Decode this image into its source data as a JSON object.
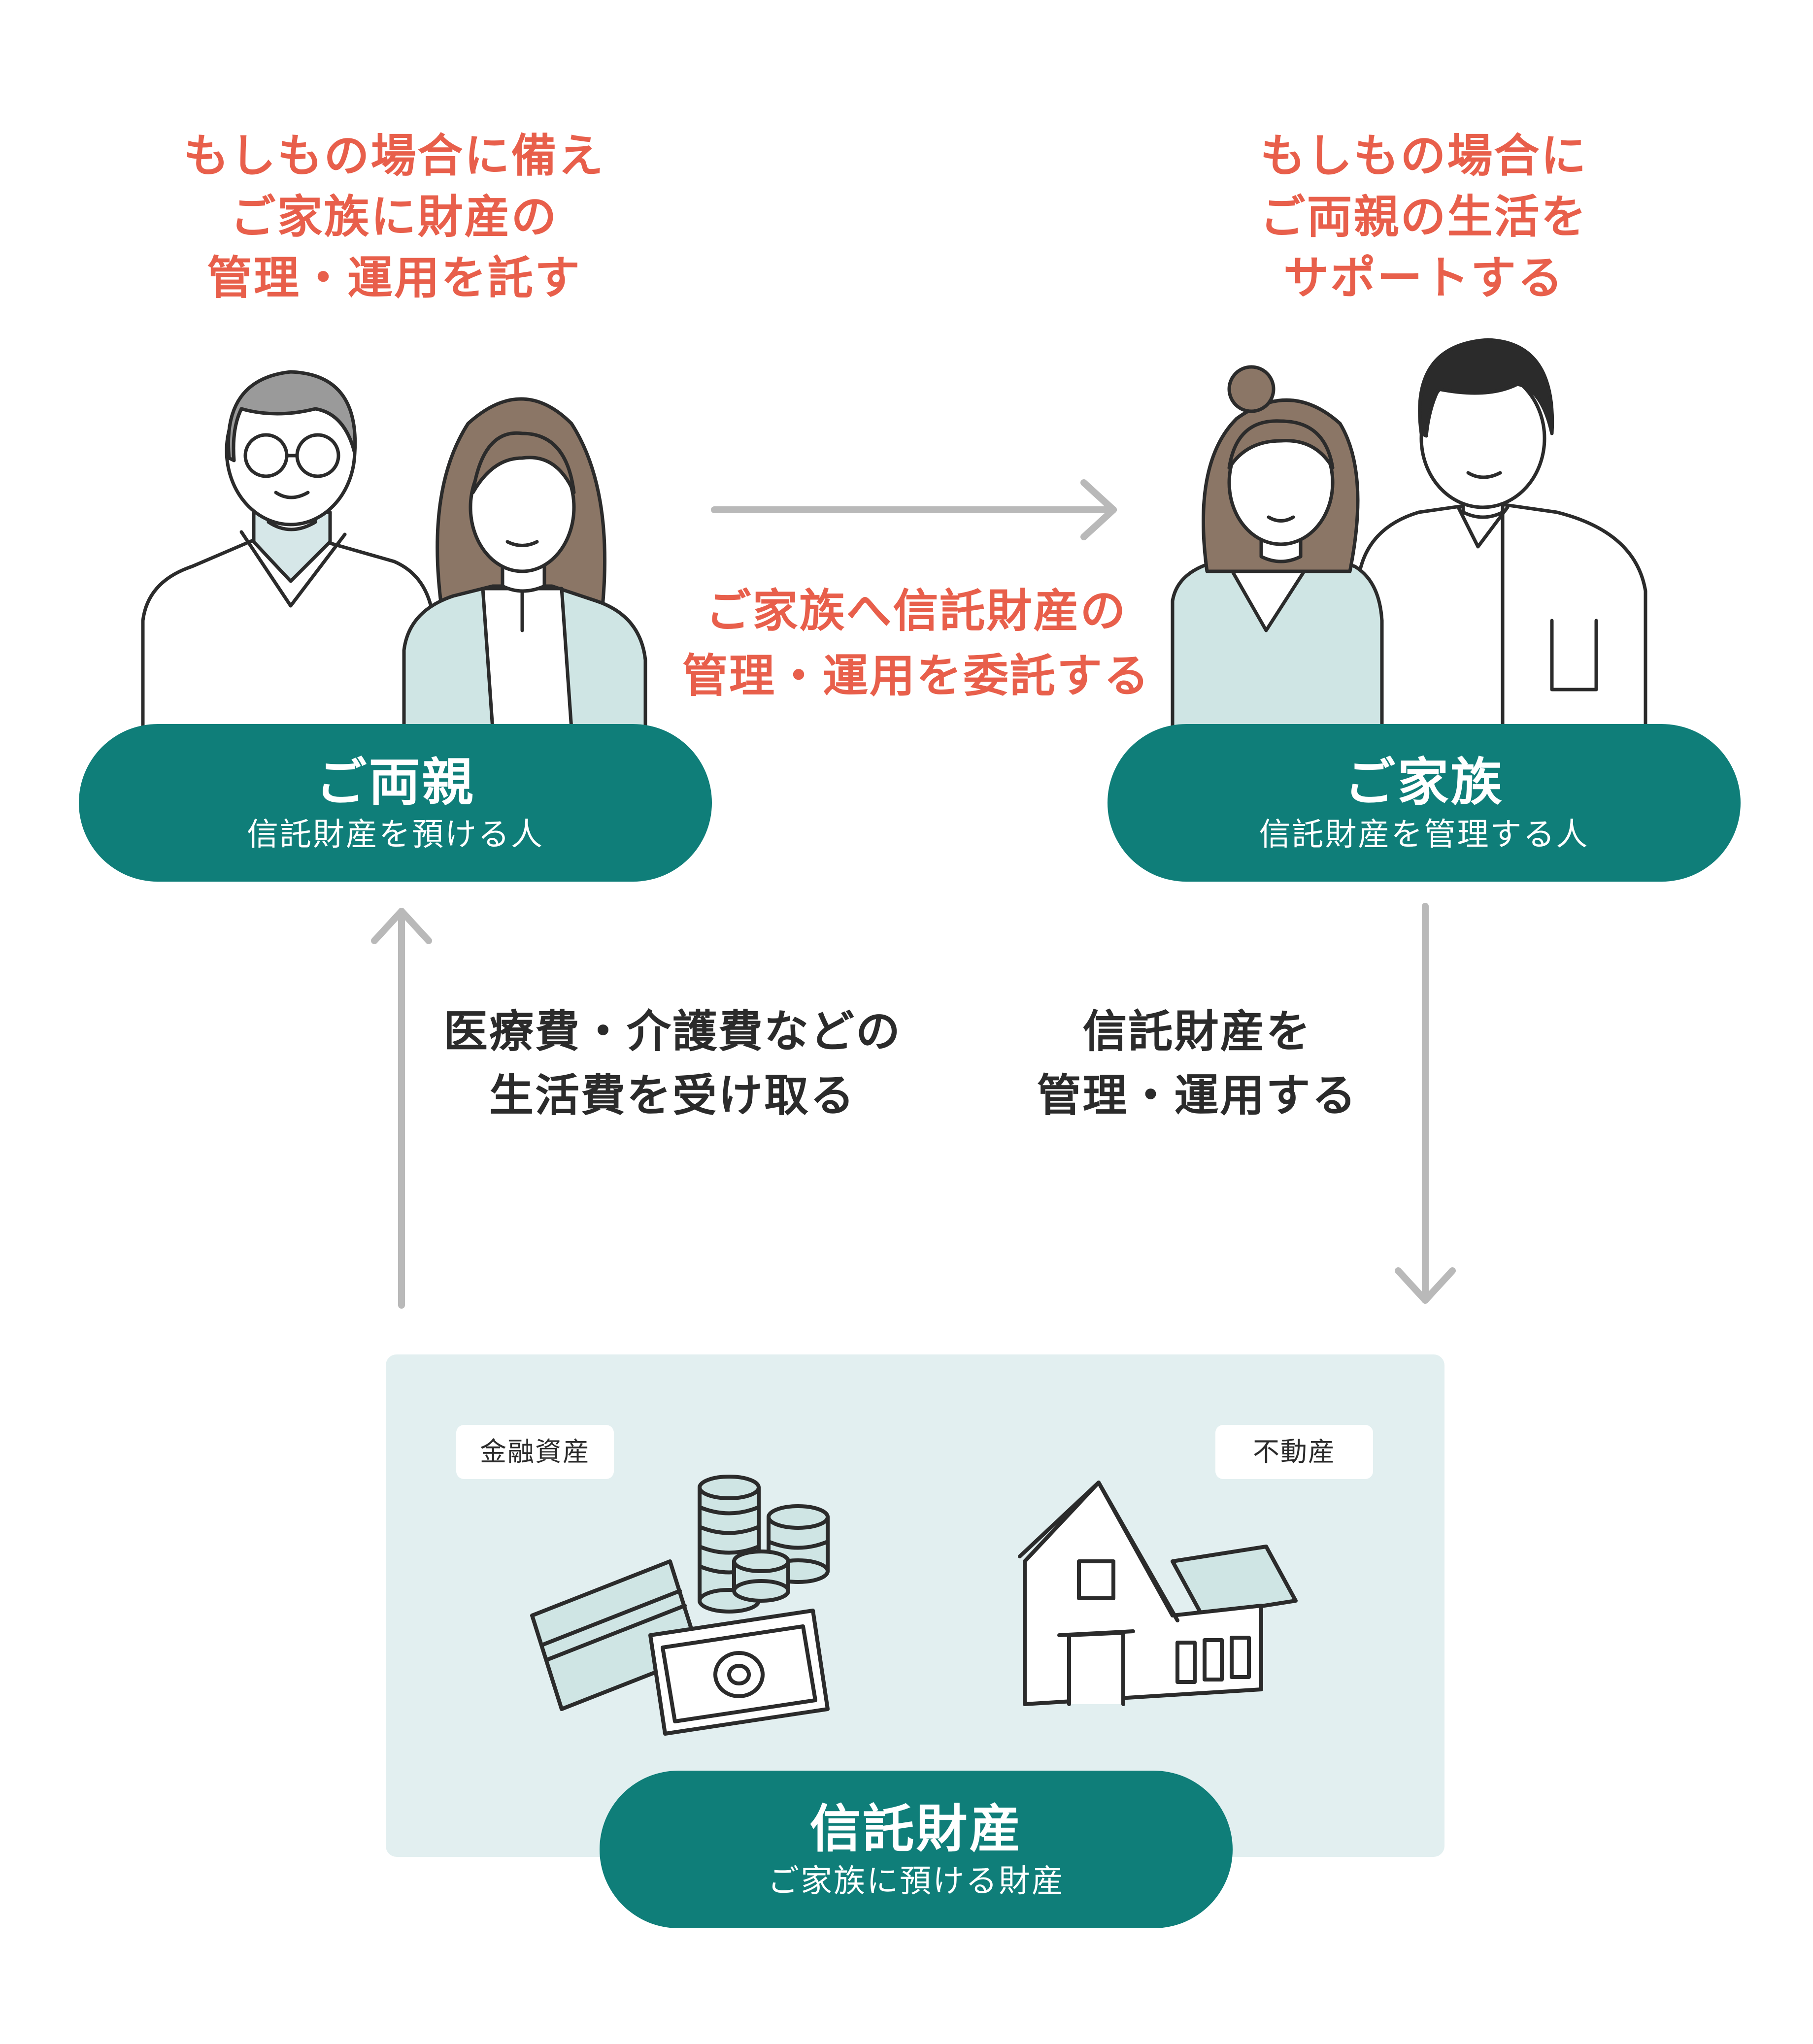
{
  "parents": {
    "caption": [
      "もしもの場合に備え",
      "ご家族に財産の",
      "管理・運用を託す"
    ],
    "title": "ご両親",
    "subtitle": "信託財産を預ける人"
  },
  "family": {
    "caption": [
      "もしもの場合に",
      "ご両親の生活を",
      "サポートする"
    ],
    "title": "ご家族",
    "subtitle": "信託財産を管理する人"
  },
  "flow_top": [
    "ご家族へ信託財産の",
    "管理・運用を委託する"
  ],
  "flow_left": [
    "医療費・介護費などの",
    "生活費を受け取る"
  ],
  "flow_right": [
    "信託財産を",
    "管理・運用する"
  ],
  "assets": {
    "title": "信託財産",
    "subtitle": "ご家族に預ける財産",
    "financial_tag": "金融資産",
    "realestate_tag": "不動産"
  },
  "colors": {
    "accent_red": "#e85f4b",
    "teal": "#0f7e79",
    "panel": "#e2eff0",
    "arrow": "#b9b9b9"
  }
}
